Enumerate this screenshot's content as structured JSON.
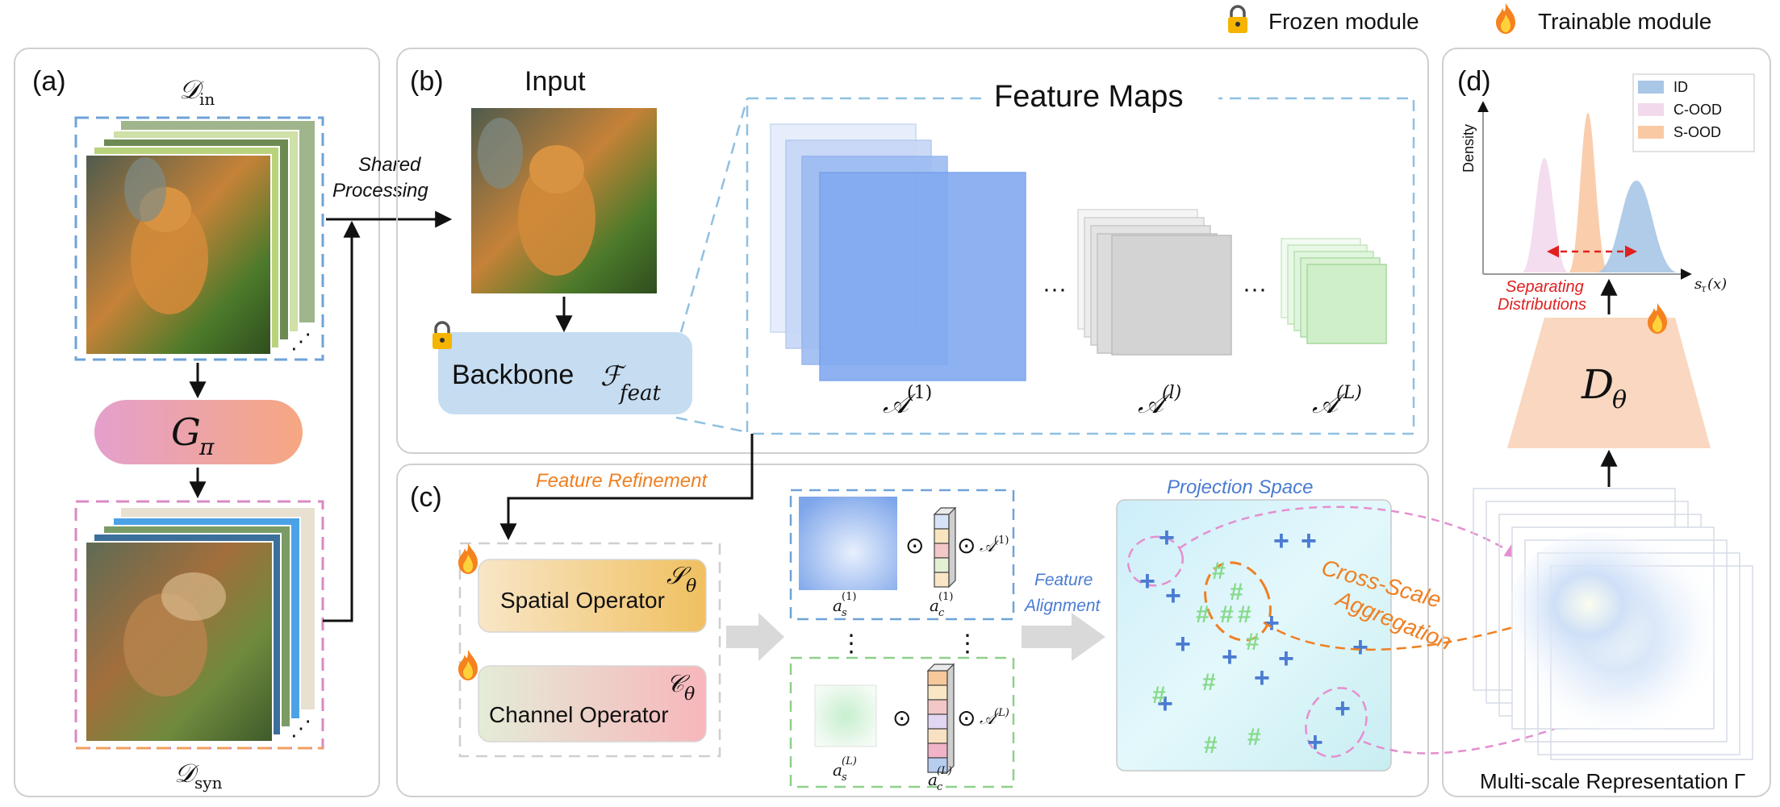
{
  "legend": {
    "frozen": "Frozen module",
    "trainable": "Trainable module"
  },
  "panel_a": {
    "label": "(a)",
    "d_in": "𝒟",
    "d_in_sub": "in",
    "d_syn": "𝒟",
    "d_syn_sub": "syn",
    "generator": "G",
    "generator_sub": "π",
    "ellipsis": "⋰",
    "shared_line1": "Shared",
    "shared_line2": "Processing"
  },
  "panel_b": {
    "label": "(b)",
    "input_title": "Input",
    "backbone": "Backbone",
    "backbone_sym": "ℱ",
    "backbone_sub": "feat",
    "feature_maps_title": "Feature Maps",
    "maps": [
      {
        "label": "𝒜",
        "sup": "(1)"
      },
      {
        "label": "𝒜",
        "sup": "(l)"
      },
      {
        "label": "𝒜",
        "sup": "(L)"
      }
    ],
    "dots": "···"
  },
  "panel_c": {
    "label": "(c)",
    "feature_refinement": "Feature Refinement",
    "spatial_operator": "Spatial Operator",
    "spatial_sym": "𝒮",
    "channel_operator": "Channel Operator",
    "channel_sym": "𝒞",
    "theta": "θ",
    "odot": "⊙",
    "vdots": "⋮",
    "a_s": "a",
    "s_sub": "s",
    "c_sub": "c",
    "a_cal": "𝒜",
    "sup_1": "(1)",
    "sup_L": "(L)",
    "feature_alignment_1": "Feature",
    "feature_alignment_2": "Alignment",
    "projection_space": "Projection Space",
    "cross_scale_1": "Cross-Scale",
    "cross_scale_2": "Aggregation",
    "plus": "+",
    "hash": "#"
  },
  "panel_d": {
    "label": "(d)",
    "ylabel": "Density",
    "xlabel": "s",
    "xlabel_sub": "τ",
    "xlabel_tail": "(x)",
    "legend": [
      "ID",
      "C-OOD",
      "S-OOD"
    ],
    "separating_1": "Separating",
    "separating_2": "Distributions",
    "discriminator": "D",
    "discriminator_sub": "θ",
    "multiscale": "Multi-scale Representation Γ"
  },
  "colors": {
    "panel_border": "#cfcfcf",
    "blue_dash": "#6fa3d8",
    "pink_dash": "#d98ac4",
    "orange_dash": "#f0a15e",
    "green_dash": "#8fd08a",
    "orange_text": "#ef7f22",
    "blue_text": "#4a7bd1",
    "red_text": "#e02020",
    "id_fill": "#a9c6e6",
    "cood_fill": "#f3d9ec",
    "sood_fill": "#f9c9a4"
  }
}
